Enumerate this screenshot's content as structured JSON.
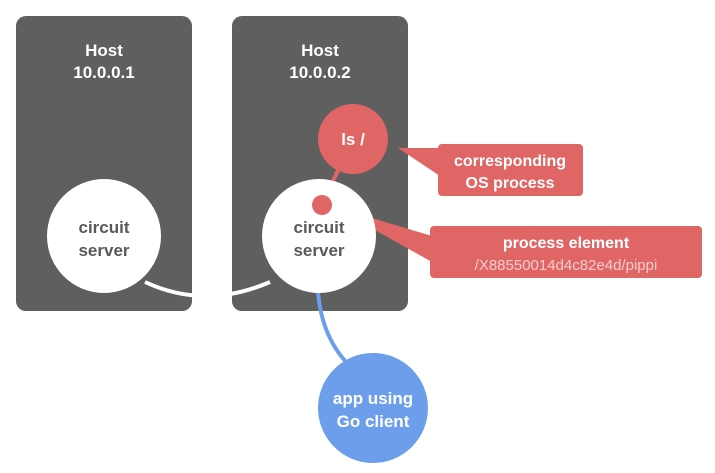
{
  "hosts": [
    {
      "title": "Host",
      "address": "10.0.0.1",
      "server_line1": "circuit",
      "server_line2": "server"
    },
    {
      "title": "Host",
      "address": "10.0.0.2",
      "server_line1": "circuit",
      "server_line2": "server"
    }
  ],
  "os_process": {
    "label": "ls /"
  },
  "callout_os": {
    "line1": "corresponding",
    "line2": "OS process"
  },
  "callout_element": {
    "title": "process element",
    "path": "/X88550014d4c82e4d/pippi"
  },
  "app_client": {
    "line1": "app using",
    "line2": "Go client"
  },
  "colors": {
    "host_box": "#5f5f5f",
    "circle_white": "#ffffff",
    "accent_red": "#e06666",
    "client_blue": "#6d9eeb",
    "text_dark": "#595959",
    "text_white": "#ffffff",
    "path_text": "#f4cccc"
  }
}
